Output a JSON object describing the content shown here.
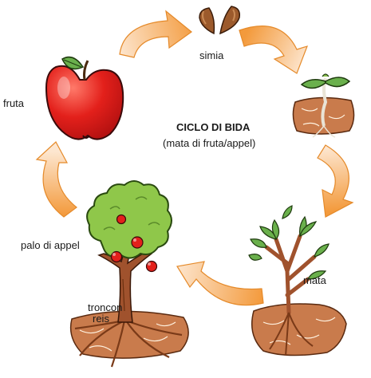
{
  "diagram": {
    "title": "CICLO DI BIDA",
    "subtitle": "(mata di fruta/appel)",
    "labels": {
      "seed": "simia",
      "fruit": "fruta",
      "tree": "palo di appel",
      "plant": "mata",
      "trunk": "troncon",
      "roots": "reis"
    },
    "colors": {
      "arrow": "#f39a3c",
      "arrow_light": "#fde6cf",
      "leaf": "#6ab04c",
      "apple": "#e3201b",
      "soil": "#c97b4c",
      "trunk": "#a0522d"
    }
  }
}
